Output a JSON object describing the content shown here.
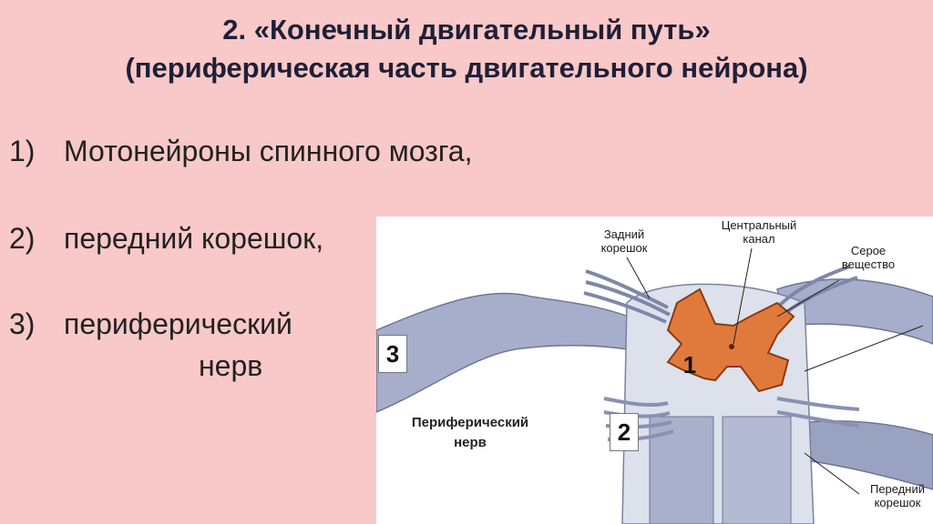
{
  "slide": {
    "title_line1": "2. «Конечный двигательный путь»",
    "title_line2": "(периферическая часть двигательного нейрона)",
    "items": [
      {
        "num": "1)",
        "text": "Мотонейроны спинного мозга,"
      },
      {
        "num": "2)",
        "text": "передний корешок,"
      },
      {
        "num": "3)",
        "text": "периферический"
      }
    ],
    "item3_line2": "нерв"
  },
  "figure": {
    "labels": {
      "posterior_root_1": "Задний",
      "posterior_root_2": "корешок",
      "central_canal_1": "Центральный",
      "central_canal_2": "канал",
      "gray_matter_1": "Серое",
      "gray_matter_2": "вещество",
      "anterior_root_1": "Передний",
      "anterior_root_2": "корешок",
      "peripheral_nerve_1": "Периферический",
      "peripheral_nerve_2": "нерв"
    },
    "markers": {
      "m1": "1",
      "m2": "2",
      "m3": "3"
    },
    "colors": {
      "background": "#f9c8c8",
      "gray_matter": "#e07a3c",
      "nerve": "#8f97b8",
      "cord": "#dde1ec"
    }
  }
}
